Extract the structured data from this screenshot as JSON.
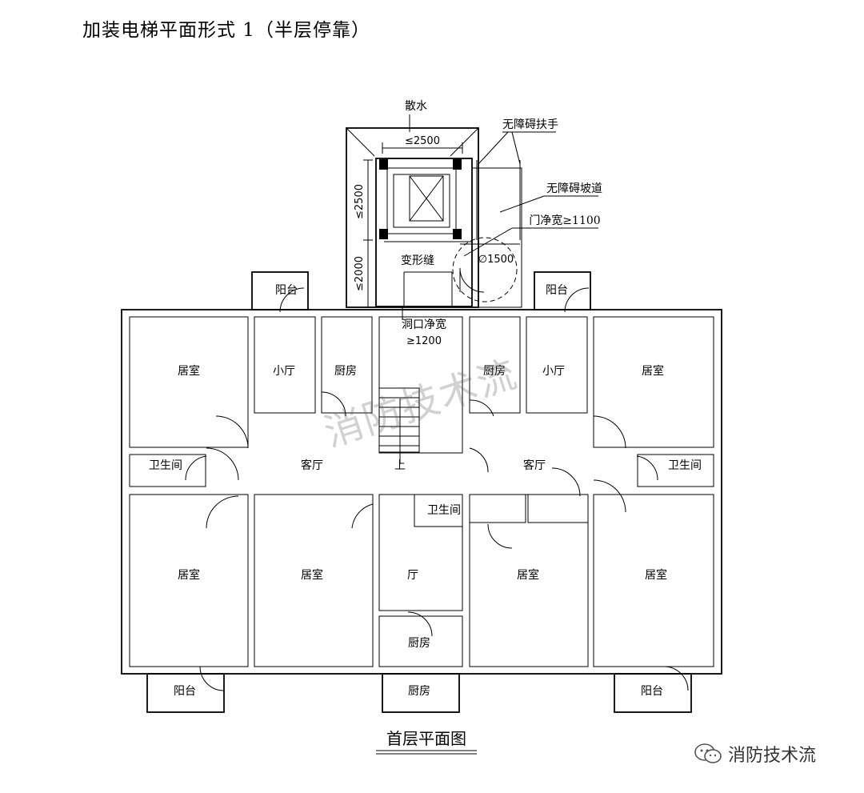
{
  "title": "加装电梯平面形式 1（半层停靠）",
  "caption": "首层平面图",
  "watermark": "消防技术流",
  "brand": {
    "name": "消防技术流",
    "icon": "wechat-icon"
  },
  "elevator_labels": {
    "drainage": "散水",
    "handrail": "无障碍扶手",
    "ramp": "无障碍坡道",
    "door_width": "门净宽≥1100",
    "width_dim": "≤2500",
    "depth_dim": "≤2500",
    "depth2_dim": "≤2000",
    "turning": "∅1500",
    "joint": "变形缝",
    "opening": "洞口净宽",
    "opening_dim": "≥1200"
  },
  "rooms": {
    "balcony": "阳台",
    "bedroom": "居室",
    "small_hall": "小厅",
    "kitchen": "厨房",
    "bathroom": "卫生间",
    "living": "客厅",
    "hall": "厅",
    "stair_up": "上"
  }
}
